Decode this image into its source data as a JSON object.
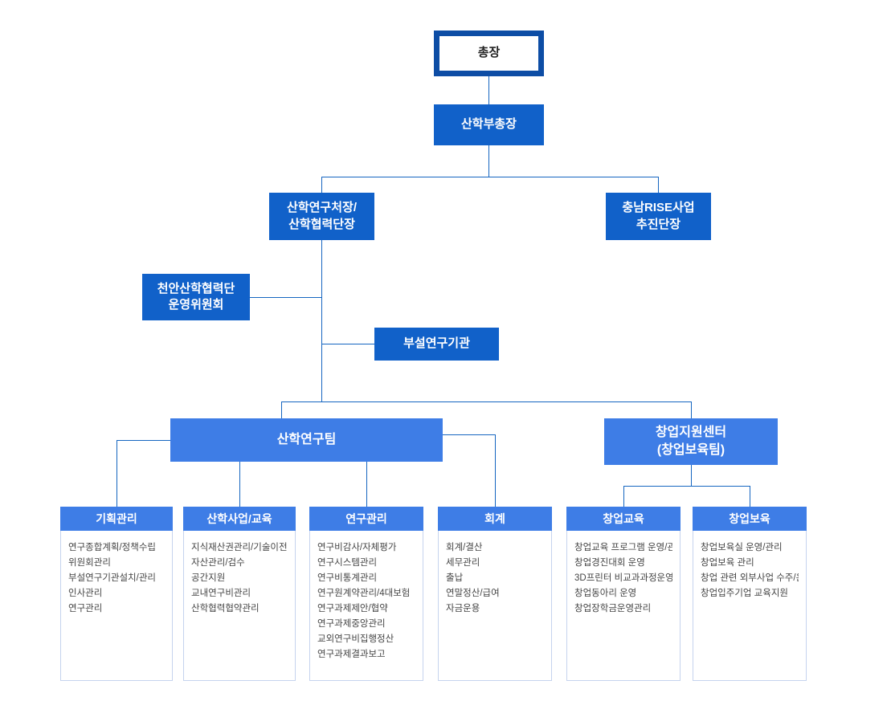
{
  "colors": {
    "root_border": "#0d4da5",
    "solid_box": "#1161c9",
    "team_box": "#3e7de6",
    "connector": "#1565c0",
    "panel_border": "#c5d3ee",
    "panel_bg": "#ffffff",
    "item_text": "#444444",
    "box_text": "#ffffff",
    "root_text": "#222222",
    "background": "#ffffff"
  },
  "org": {
    "root": "총장",
    "vice_president": "산학부총장",
    "director": "산학연구처장/\n산학협력단장",
    "rise_division": "충남RISE사업\n추진단장",
    "committee": "천안산학협력단\n운영위원회",
    "research_institute": "부설연구기관",
    "teams": {
      "research": "산학연구팀",
      "startup": "창업지원센터\n(창업보육팀)"
    },
    "departments": [
      {
        "title": "기획관리",
        "items": [
          "연구종합계획/정책수립",
          "위원회관리",
          "부설연구기관설치/관리",
          "인사관리",
          "연구관리"
        ]
      },
      {
        "title": "산학사업/교육",
        "items": [
          "지식재산권관리/기술이전",
          "자산관리/검수",
          "공간지원",
          "교내연구비관리",
          "산학협력협약관리"
        ]
      },
      {
        "title": "연구관리",
        "items": [
          "연구비감사/자체평가",
          "연구시스템관리",
          "연구비통계관리",
          "연구원계약관리/4대보험",
          "연구과제제안/협약",
          "연구과제중앙관리",
          "교외연구비집행정산",
          "연구과제결과보고"
        ]
      },
      {
        "title": "회계",
        "items": [
          "회계/결산",
          "세무관리",
          "출납",
          "연말정산/급여",
          "자금운용"
        ]
      },
      {
        "title": "창업교육",
        "items": [
          "창업교육 프로그램 운영/관리",
          "창업경진대회 운영",
          "3D프린터 비교과과정운영",
          "창업동아리 운영",
          "창업장학금운영관리"
        ]
      },
      {
        "title": "창업보육",
        "items": [
          "창업보육실 운영/관리",
          "창업보육 관리",
          "창업 관련 외부사업 수주/운영",
          "창업입주기업 교육지원"
        ]
      }
    ]
  }
}
